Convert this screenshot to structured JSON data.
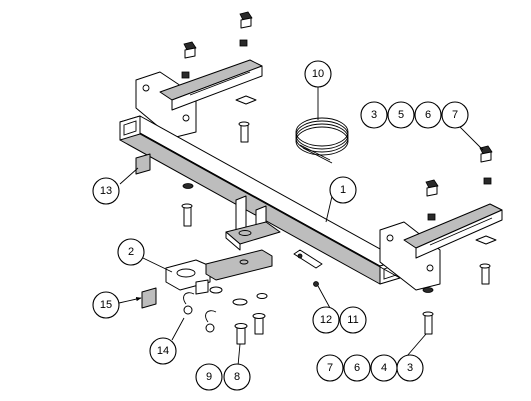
{
  "callouts": [
    {
      "label": "1"
    },
    {
      "label": "2"
    },
    {
      "label": "10"
    },
    {
      "label": "13"
    },
    {
      "label": "15"
    },
    {
      "label": "14"
    },
    {
      "label": "9"
    },
    {
      "label": "8"
    },
    {
      "label": "12"
    },
    {
      "label": "11"
    },
    {
      "label": "3"
    },
    {
      "label": "5"
    },
    {
      "label": "6"
    },
    {
      "label": "7"
    },
    {
      "label": "7"
    },
    {
      "label": "6"
    },
    {
      "label": "4"
    },
    {
      "label": "3"
    }
  ]
}
